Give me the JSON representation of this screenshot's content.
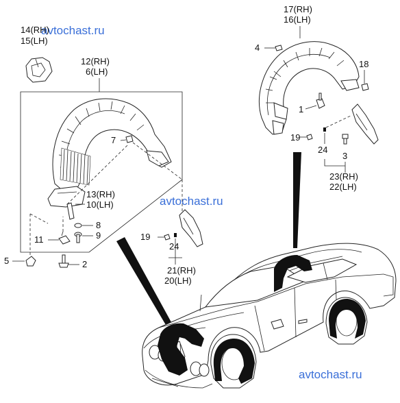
{
  "watermarks": [
    "avtochast.ru",
    "avtochast.ru",
    "avtochast.ru"
  ],
  "callouts": {
    "part_14_15": {
      "rh": "14(RH)",
      "lh": "15(LH)"
    },
    "part_12_6": {
      "rh": "12(RH)",
      "lh": "6(LH)"
    },
    "part_13_10": {
      "rh": "13(RH)",
      "lh": "10(LH)"
    },
    "part_17_16": {
      "rh": "17(RH)",
      "lh": "16(LH)"
    },
    "part_23_22": {
      "rh": "23(RH)",
      "lh": "22(LH)"
    },
    "part_21_20": {
      "rh": "21(RH)",
      "lh": "20(LH)"
    },
    "part_7": "7",
    "part_8": "8",
    "part_9": "9",
    "part_11": "11",
    "part_5": "5",
    "part_2": "2",
    "part_4": "4",
    "part_18": "18",
    "part_1": "1",
    "part_19_right": "19",
    "part_24_right": "24",
    "part_3": "3",
    "part_19_left": "19",
    "part_24_left": "24"
  }
}
